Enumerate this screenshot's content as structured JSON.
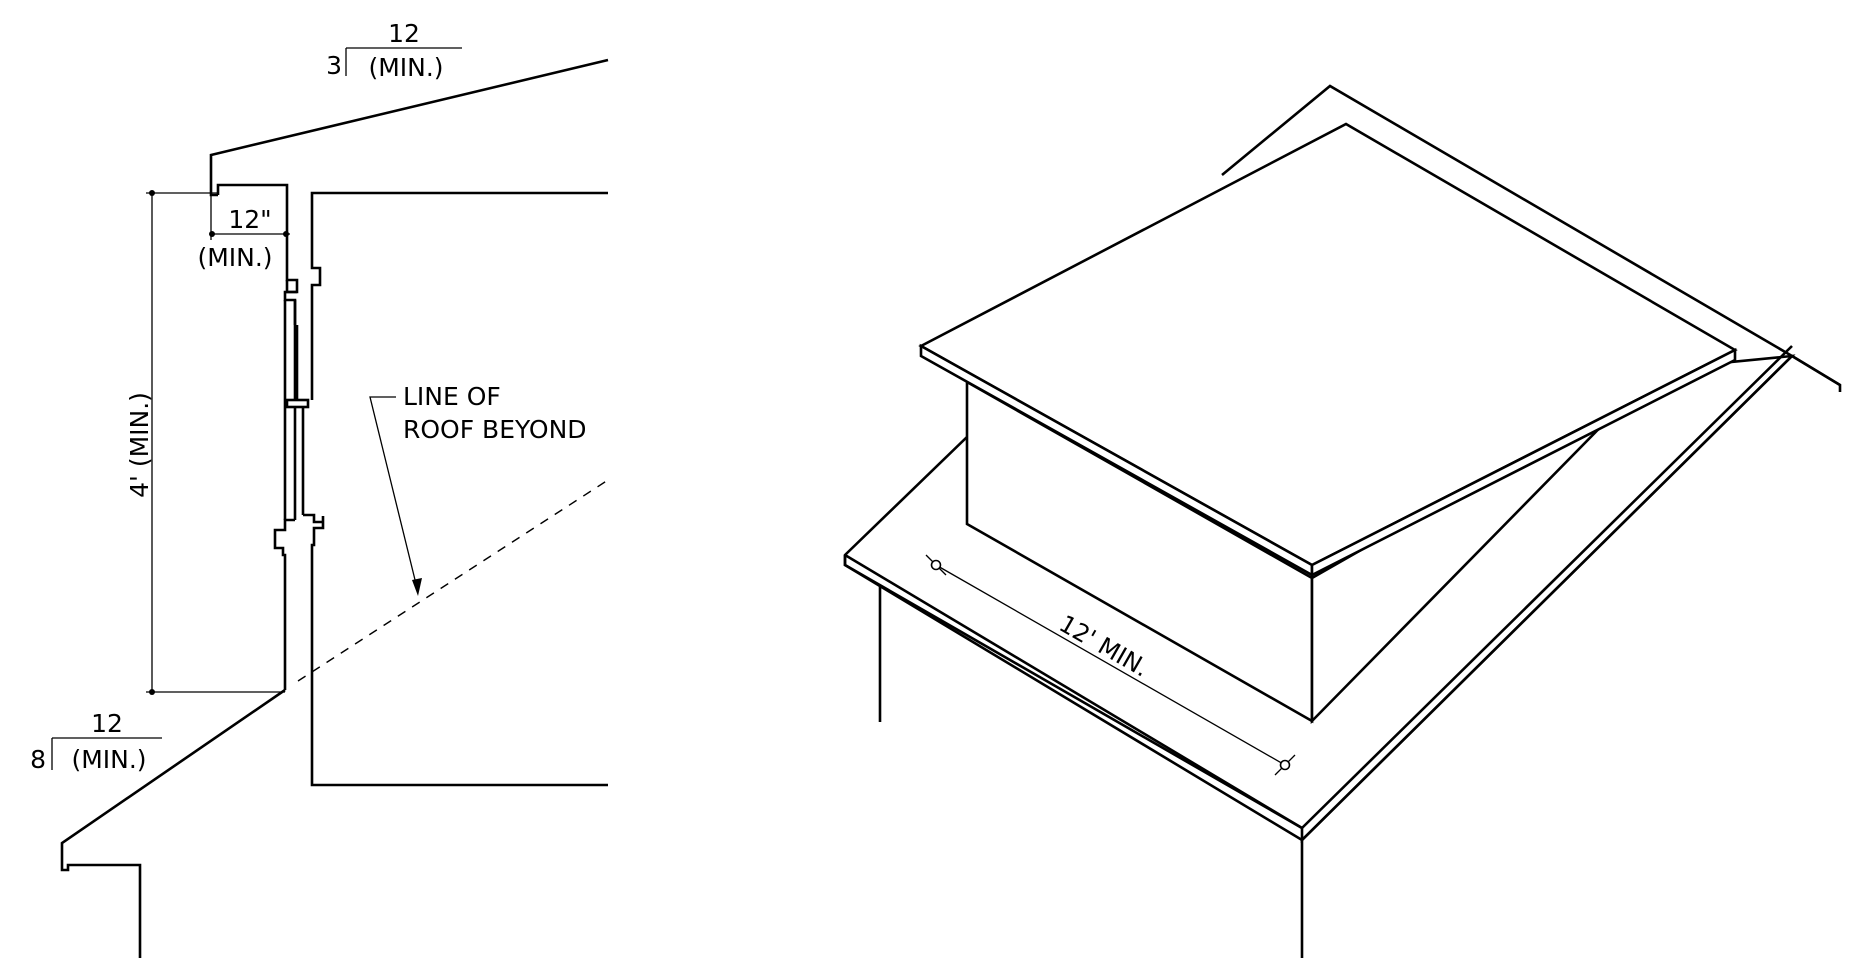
{
  "section": {
    "upper_pitch": {
      "rise": "3",
      "run": "12",
      "note": "(MIN.)"
    },
    "lower_pitch": {
      "rise": "8",
      "run": "12",
      "note": "(MIN.)"
    },
    "overhang_label": "12\"",
    "overhang_note": "(MIN.)",
    "height_label": "4' (MIN.)",
    "callout_line1": "LINE OF",
    "callout_line2": "ROOF BEYOND"
  },
  "isometric": {
    "length_label": "12' MIN."
  }
}
